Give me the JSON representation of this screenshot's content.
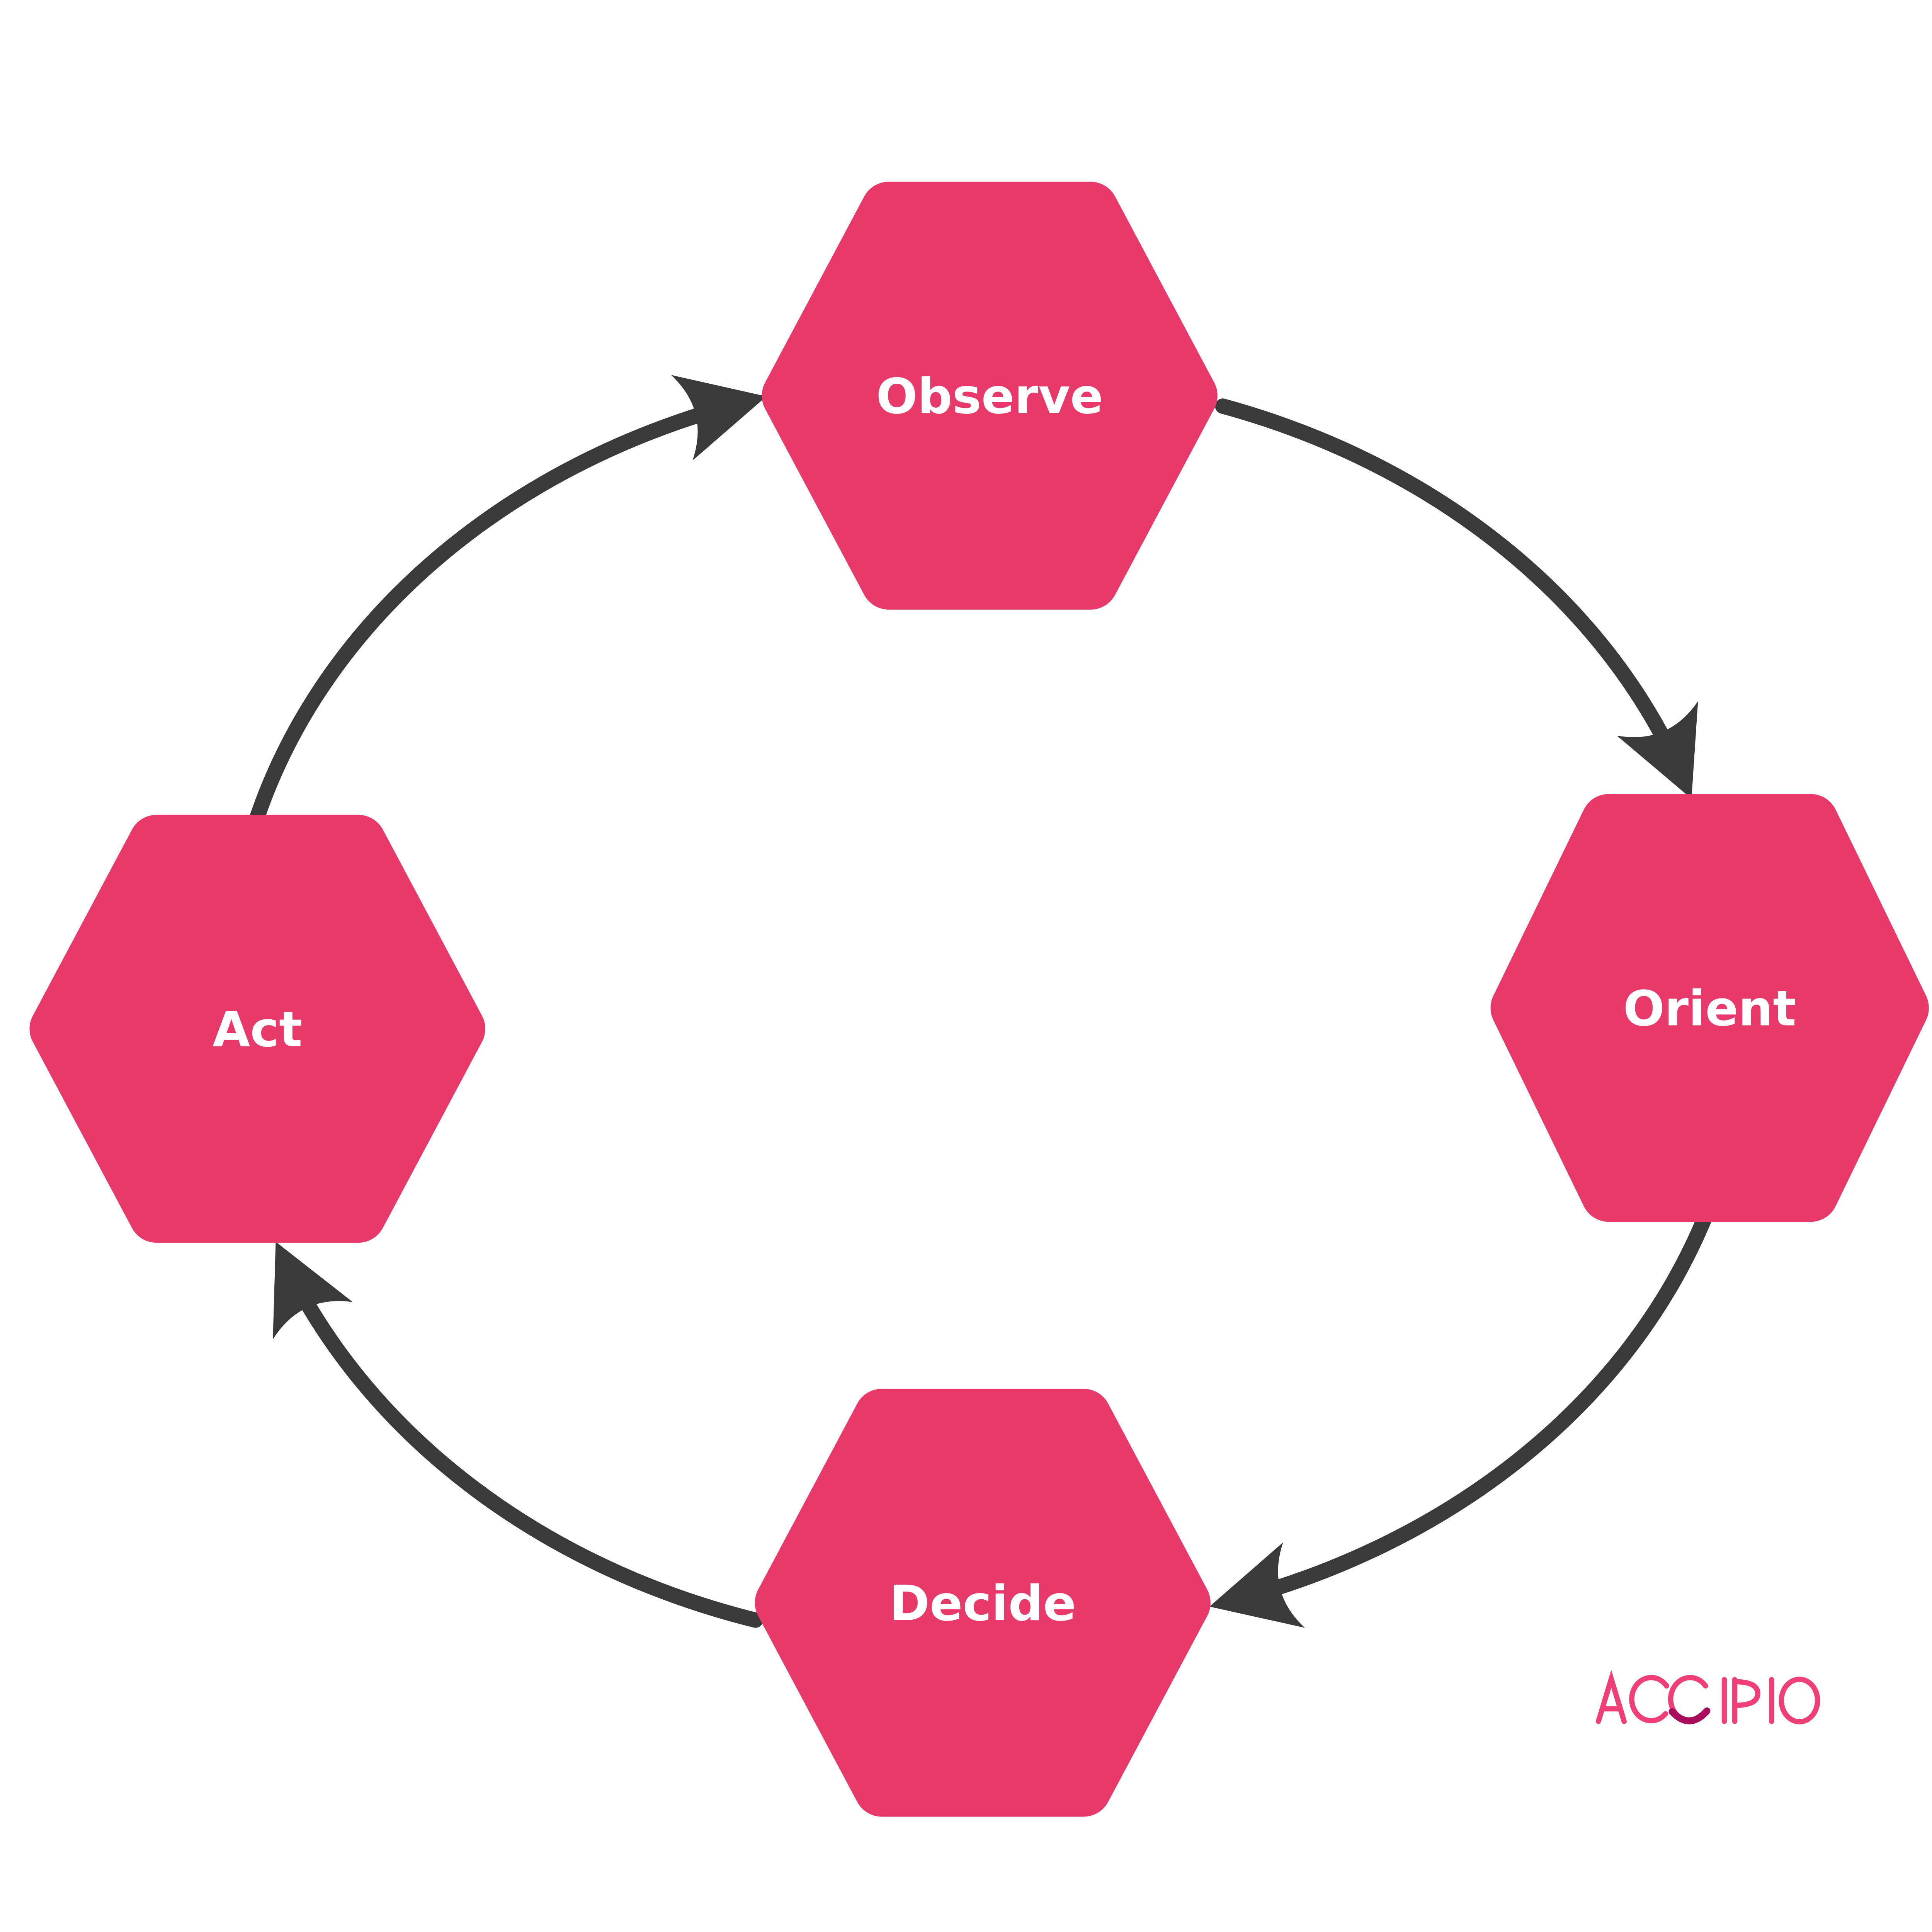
{
  "colors": {
    "background": "#ffffff",
    "node_fill": "#e8396b",
    "node_text": "#ffffff",
    "arrow": "#3a3a3a",
    "logo_pink": "#ee4077",
    "logo_smile": "#a80d5c"
  },
  "nodes": [
    {
      "id": "observe",
      "label": "Observe",
      "position": "top"
    },
    {
      "id": "orient",
      "label": "Orient",
      "position": "right"
    },
    {
      "id": "decide",
      "label": "Decide",
      "position": "bottom"
    },
    {
      "id": "act",
      "label": "Act",
      "position": "left"
    }
  ],
  "edges": [
    {
      "from": "act",
      "to": "observe"
    },
    {
      "from": "observe",
      "to": "orient"
    },
    {
      "from": "orient",
      "to": "decide"
    },
    {
      "from": "decide",
      "to": "act"
    }
  ],
  "cycle_direction": "clockwise",
  "logo": {
    "text": "ACCIPIO"
  }
}
